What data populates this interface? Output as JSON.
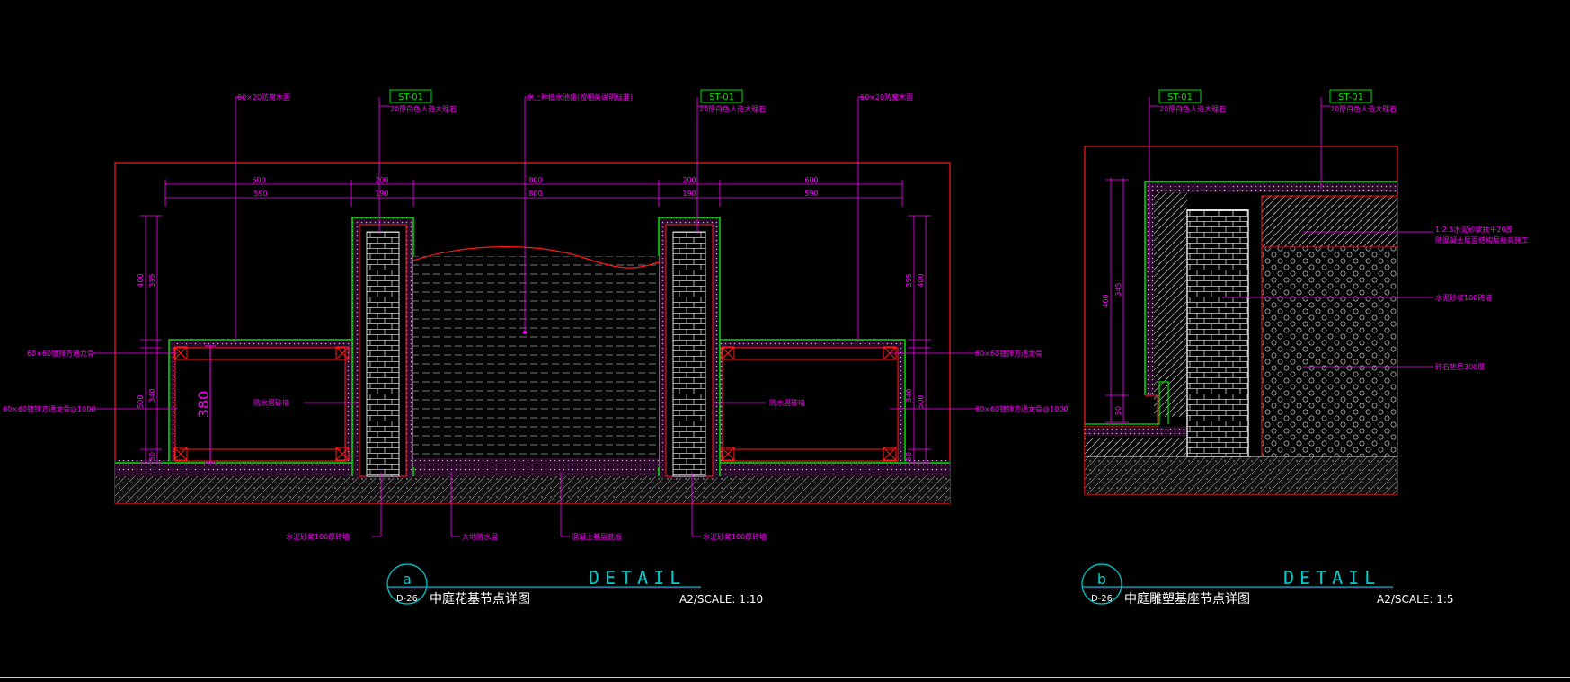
{
  "colors": {
    "background": "#000000",
    "frame": "#ff1a1a",
    "annotation": "#ff00ff",
    "finish": "#00e000",
    "detail_text": "#00cccc",
    "white": "#ffffff"
  },
  "detail_a": {
    "circle_letter": "a",
    "sheet_ref": "D-26",
    "name": "中庭花基节点详图",
    "detail_word": "DETAIL",
    "scale": "A2/SCALE: 1:10",
    "top_dims": [
      "600",
      "200",
      "800",
      "200",
      "600"
    ],
    "sub_dims": [
      "590",
      "190",
      "800",
      "190",
      "590"
    ],
    "left_dims": [
      "400",
      "395",
      "500",
      "340",
      "50"
    ],
    "right_dims": [
      "395",
      "400",
      "340",
      "500",
      "50"
    ],
    "inner_height": "380",
    "tags": [
      "ST-01",
      "ST-01"
    ],
    "labels": {
      "timber_left": "60×20防腐木面",
      "finish_left": "20厚白色人造大理石",
      "water": "水上种植水池盛(按相关说明标准)",
      "finish_right": "20厚白色人造大理石",
      "timber_right": "60×20防腐木面",
      "steel_left_top": "60×60镀锌方通龙骨",
      "steel_left_bottom": "60×60镀锌方通龙骨@1000",
      "fill_left": "防水层砖墙",
      "fill_right": "防水层砖墙",
      "steel_right_top": "60×60镀锌方通龙骨",
      "steel_right_bottom": "60×60镀锌方通龙骨@1000",
      "brick_left": "水泥砂浆100厚砖墙",
      "waterproof": "大地防水层",
      "base": "混凝土基层底板",
      "brick_right": "水泥砂浆100厚砖墙"
    }
  },
  "detail_b": {
    "circle_letter": "b",
    "sheet_ref": "D-26",
    "name": "中庭雕塑基座节点详图",
    "detail_word": "DETAIL",
    "scale": "A2/SCALE: 1:5",
    "tags": [
      "ST-01",
      "ST-01"
    ],
    "finish_1": "20厚白色人造大理石",
    "finish_2": "20厚白色人造大理石",
    "left_dims": [
      "400",
      "345",
      "50"
    ],
    "labels": {
      "screed_1": "1:2.5水泥砂浆找平20厚",
      "screed_2": "随混凝土层面结构层标高施工",
      "brick": "水泥砂浆100砖墙",
      "gravel": "碎石垫层300厚"
    }
  }
}
